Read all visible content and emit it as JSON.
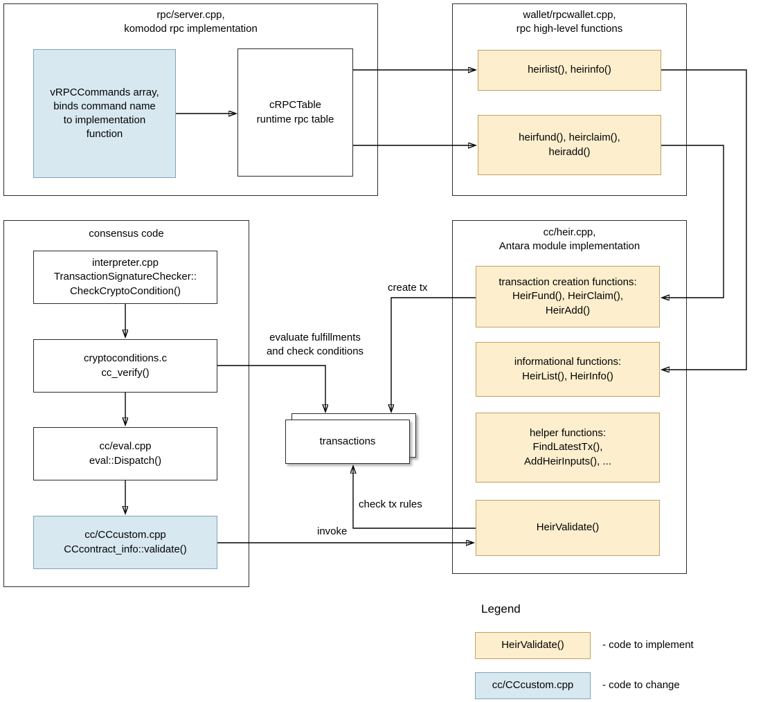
{
  "diagram": {
    "containers": {
      "rpc_server": {
        "title": "rpc/server.cpp,\nkomodod rpc implementation"
      },
      "rpcwallet": {
        "title": "wallet/rpcwallet.cpp,\nrpc high-level functions"
      },
      "consensus": {
        "title": "consensus code"
      },
      "heir": {
        "title": "cc/heir.cpp,\nAntara module implementation"
      }
    },
    "boxes": {
      "vrpccommands": {
        "text": "vRPCCommands array,\nbinds command name\nto implementation\nfunction",
        "style": "blue"
      },
      "crpctable": {
        "text": "cRPCTable\nruntime rpc table",
        "style": "white"
      },
      "heirlist_rpc": {
        "text": "heirlist(), heirinfo()",
        "style": "yellow"
      },
      "heirfund_rpc": {
        "text": "heirfund(), heirclaim(),\nheiradd()",
        "style": "yellow"
      },
      "interpreter": {
        "text": "interpreter.cpp\nTransactionSignatureChecker::\nCheckCryptoCondition()",
        "style": "white"
      },
      "cryptoconditions": {
        "text": "cryptoconditions.c\ncc_verify()",
        "style": "white"
      },
      "cceval": {
        "text": "cc/eval.cpp\neval::Dispatch()",
        "style": "white"
      },
      "cccustom": {
        "text": "cc/CCcustom.cpp\nCCcontract_info::validate()",
        "style": "blue"
      },
      "tx_creation": {
        "text": "transaction creation functions:\nHeirFund(), HeirClaim(),\nHeirAdd()",
        "style": "yellow"
      },
      "informational": {
        "text": "informational functions:\nHeirList(), HeirInfo()",
        "style": "yellow"
      },
      "helper": {
        "text": "helper functions:\nFindLatestTx(),\nAddHeirInputs(), ...",
        "style": "yellow"
      },
      "heirvalidate": {
        "text": "HeirValidate()",
        "style": "yellow"
      },
      "transactions": {
        "text": "transactions",
        "style": "white"
      }
    },
    "labels": {
      "evaluate": "evaluate fulfillments\nand check conditions",
      "create_tx": "create tx",
      "check_tx_rules": "check tx rules",
      "invoke": "invoke"
    },
    "legend": {
      "title": "Legend",
      "items": [
        {
          "box_text": "HeirValidate()",
          "style": "yellow",
          "label": "- code to implement"
        },
        {
          "box_text": "cc/CCcustom.cpp",
          "style": "blue",
          "label": "- code to change"
        }
      ]
    },
    "colors": {
      "yellow_fill": "#fdeecd",
      "yellow_border": "#c0a25f",
      "blue_fill": "#d7e8f0",
      "blue_border": "#7fa3b5",
      "line": "#000000"
    }
  }
}
